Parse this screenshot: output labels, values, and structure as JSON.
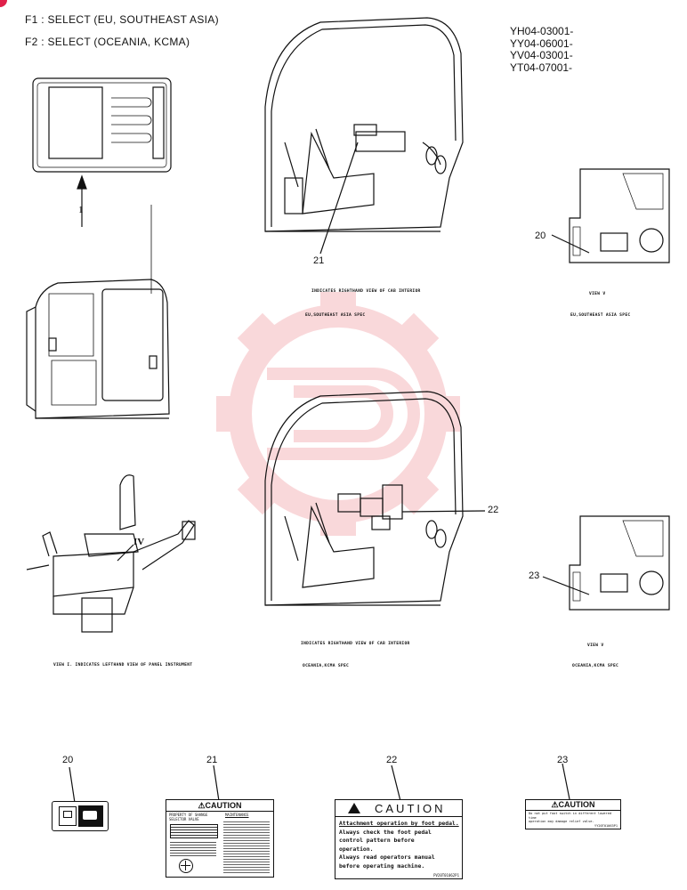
{
  "header": {
    "f1": "F1 :  SELECT (EU, SOUTHEAST ASIA)",
    "f2": "F2 :  SELECT (OCEANIA, KCMA)"
  },
  "serials": [
    "YH04-03001-",
    "YY04-06001-",
    "YV04-03001-",
    "YT04-07001-"
  ],
  "callouts": {
    "arrow_1": "1",
    "arrow_iv": "IV",
    "c21_top": "21",
    "c20_view": "20",
    "c22_mid": "22",
    "c23_view": "23",
    "b20": "20",
    "b21": "21",
    "b22": "22",
    "b23": "23"
  },
  "captions": {
    "top_cab": "INDICATES RIGHTHAND VIEW OF CAB INTERIOR",
    "top_spec": "EU,SOUTHEAST ASIA SPEC",
    "view_top": "VIEW V",
    "view_top_spec": "EU,SOUTHEAST ASIA SPEC",
    "view_i": "VIEW I. INDICATES LEFTHAND VIEW OF PANEL INSTRUMENT",
    "mid_cab": "INDICATES RIGHTHAND VIEW OF CAB INTERIOR",
    "mid_spec": "OCEANIA,KCMA SPEC",
    "view_mid": "VIEW V",
    "view_mid_spec": "OCEANIA,KCMA SPEC"
  },
  "label21": {
    "title": "⚠CAUTION",
    "left_head": "PROPERTY OF SHANGE SELECTOR VALVE",
    "right_head": "MAINTENANCE"
  },
  "label22": {
    "title": "CAUTION",
    "lines": [
      "Attachment operation by foot pedal.",
      "Always check the foot pedal",
      "control pattern before",
      "operation.",
      "Always read operators manual",
      "before operating machine."
    ],
    "code": "PV20T01062P1"
  },
  "label23": {
    "title": "⚠CAUTION",
    "lines": [
      "Do not put foot switch in different lowered time",
      "operation may damage relief valve."
    ],
    "code": "YY20T01063P1"
  },
  "colors": {
    "line": "#111111",
    "watermark": "#e8505b"
  }
}
